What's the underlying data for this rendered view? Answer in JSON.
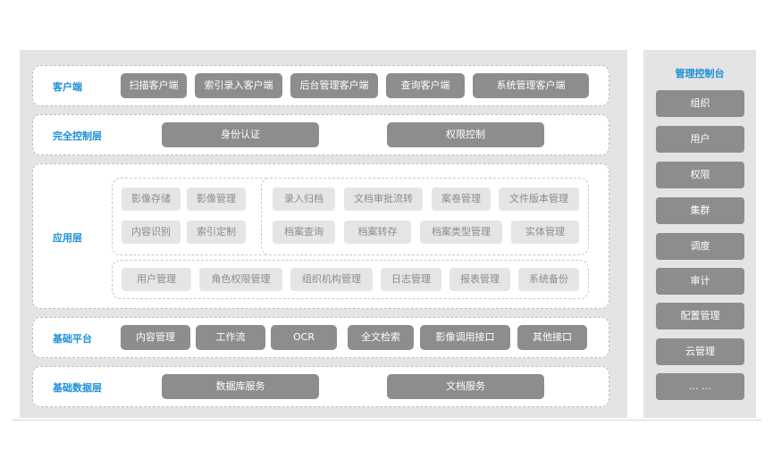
{
  "layers": {
    "client": {
      "label": "客户端",
      "items": [
        "扫描客户端",
        "索引录入客户端",
        "后台管理客户端",
        "查询客户端",
        "系统管理客户端"
      ]
    },
    "control": {
      "label": "完全控制层",
      "items": [
        "身份认证",
        "权限控制"
      ]
    },
    "app": {
      "label": "应用层",
      "group1": [
        "影像存储",
        "影像管理",
        "内容识别",
        "索引定制"
      ],
      "group2": [
        "录入归档",
        "文档审批流转",
        "案卷管理",
        "文件版本管理",
        "档案查询",
        "档案转存",
        "档案类型管理",
        "实体管理"
      ],
      "group3": [
        "用户管理",
        "角色权限管理",
        "组织机构管理",
        "日志管理",
        "报表管理",
        "系统备份"
      ]
    },
    "platform": {
      "label": "基础平台",
      "items": [
        "内容管理",
        "工作流",
        "OCR",
        "全文检索",
        "影像调用接口",
        "其他接口"
      ]
    },
    "data": {
      "label": "基础数据层",
      "items": [
        "数据库服务",
        "文档服务"
      ]
    }
  },
  "console": {
    "title": "管理控制台",
    "items": [
      "组织",
      "用户",
      "权限",
      "集群",
      "调度",
      "审计",
      "配置管理",
      "云管理",
      "… …"
    ]
  },
  "colors": {
    "accent": "#1f8fd6",
    "panel": "#e4e4e4",
    "dark_button": "#8d8d8d",
    "light_button": "#e5e5e5"
  }
}
